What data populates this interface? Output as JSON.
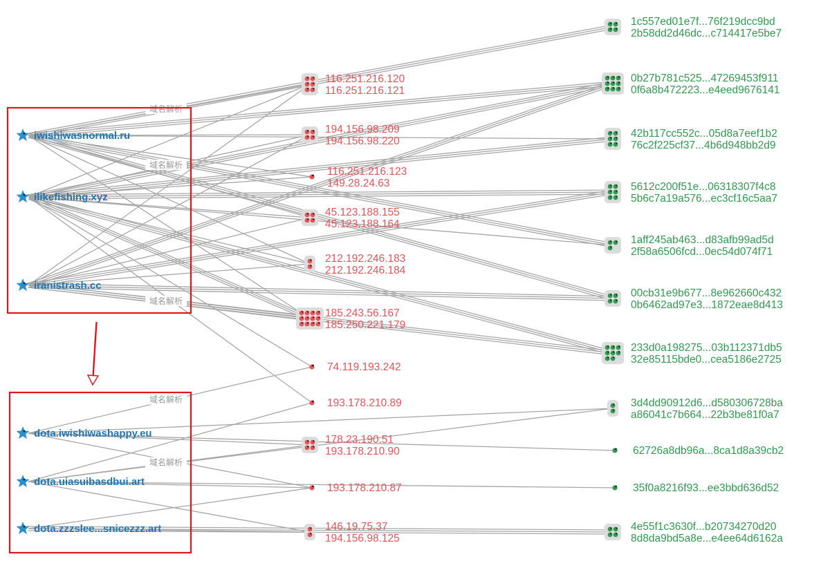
{
  "colors": {
    "domain": "#1f77b4",
    "ip": "#e8535a",
    "hash": "#2f9b4f",
    "edge": "#a6a6a6",
    "selection": "#e3141c"
  },
  "edge_label_text": "域名解析",
  "domains": [
    {
      "id": "d1",
      "label": "iwishiwasnormal.ru"
    },
    {
      "id": "d2",
      "label": "ilikefishing.xyz"
    },
    {
      "id": "d3",
      "label": "iranistrash.cc"
    },
    {
      "id": "d4",
      "label": "dota.iwishiwashappy.eu"
    },
    {
      "id": "d5",
      "label": "dota.uiasuibasdbui.art"
    },
    {
      "id": "d6",
      "label": "dota.zzzslee...snicezzz.art"
    }
  ],
  "ips": [
    {
      "id": "i1",
      "lines": [
        "116.251.216.120",
        "116.251.216.121"
      ],
      "dots": 6
    },
    {
      "id": "i2",
      "lines": [
        "194.156.98.209",
        "194.156.98.220"
      ],
      "dots": 4
    },
    {
      "id": "i3",
      "lines": [
        "116.251.216.123",
        "149.28.24.63"
      ],
      "dots": 1
    },
    {
      "id": "i4",
      "lines": [
        "45.123.188.155",
        "45.123.188.164"
      ],
      "dots": 4
    },
    {
      "id": "i5",
      "lines": [
        "212.192.246.183",
        "212.192.246.184"
      ],
      "dots": 2
    },
    {
      "id": "i6",
      "lines": [
        "185.243.56.167",
        "185.250.221.179"
      ],
      "dots": 12
    },
    {
      "id": "i7",
      "lines": [
        "74.119.193.242"
      ],
      "dots": 1
    },
    {
      "id": "i8",
      "lines": [
        "193.178.210.89"
      ],
      "dots": 1
    },
    {
      "id": "i9",
      "lines": [
        "178.23.190.51",
        "193.178.210.90"
      ],
      "dots": 4
    },
    {
      "id": "i10",
      "lines": [
        "193.178.210.87"
      ],
      "dots": 1
    },
    {
      "id": "i11",
      "lines": [
        "146.19.75.37",
        "194.156.98.125"
      ],
      "dots": 2
    }
  ],
  "hashes": [
    {
      "id": "h1",
      "lines": [
        "1c557ed01e7f...76f219dcc9bd",
        "2b58dd2d46dc...c714417e5be7"
      ],
      "dots": 4
    },
    {
      "id": "h2",
      "lines": [
        "0b27b781c525...47269453f911",
        "0f6a8b472223...e4eed9676141"
      ],
      "dots": 9
    },
    {
      "id": "h3",
      "lines": [
        "42b117cc552c...05d8a7eef1b2",
        "76c2f225cf37...4b6d948bb2d9"
      ],
      "dots": 6
    },
    {
      "id": "h4",
      "lines": [
        "5612c200f51e...06318307f4c8",
        "5b6c7a19a576...ec3cf16c5aa7"
      ],
      "dots": 6
    },
    {
      "id": "h5",
      "lines": [
        "1aff245ab463...d83afb99ad5d",
        "2f58a6506fcd...0ec54d074f71"
      ],
      "dots": 3
    },
    {
      "id": "h6",
      "lines": [
        "00cb31e9b677...8e962660c432",
        "0b6462ad97e3...1872eae8d413"
      ],
      "dots": 4
    },
    {
      "id": "h7",
      "lines": [
        "233d0a198275...03b112371db5",
        "32e85115bde0...cea5186e2725"
      ],
      "dots": 8
    },
    {
      "id": "h8",
      "lines": [
        "3d4dd90912d6...d580306728ba",
        "a86041c7b664...22b3be81f0a7"
      ],
      "dots": 2
    },
    {
      "id": "h9",
      "lines": [
        "62726a8db96a...8ca1d8a39cb2"
      ],
      "dots": 1
    },
    {
      "id": "h10",
      "lines": [
        "35f0a8216f93...ee3bbd636d52"
      ],
      "dots": 1
    },
    {
      "id": "h11",
      "lines": [
        "4e55f1c3630f...b20734270d20",
        "8d8da9bd5a8e...e4ee64d6162a"
      ],
      "dots": 4
    }
  ],
  "edges": [
    {
      "from": "d1",
      "to": "i1",
      "w": "thin",
      "label": true
    },
    {
      "from": "d1",
      "to": "i2",
      "w": "thin"
    },
    {
      "from": "d1",
      "to": "i3",
      "w": "thin"
    },
    {
      "from": "d1",
      "to": "i4",
      "w": "thin"
    },
    {
      "from": "d1",
      "to": "i5",
      "w": "thin"
    },
    {
      "from": "d1",
      "to": "i6",
      "w": "thin"
    },
    {
      "from": "d1",
      "to": "h1",
      "w": "thick"
    },
    {
      "from": "d1",
      "to": "h2",
      "w": "thick"
    },
    {
      "from": "d1",
      "to": "h3",
      "w": "thin"
    },
    {
      "from": "d1",
      "to": "h5",
      "w": "thick"
    },
    {
      "from": "d1",
      "to": "h6",
      "w": "thick"
    },
    {
      "from": "d2",
      "to": "i1",
      "w": "thin"
    },
    {
      "from": "d2",
      "to": "i2",
      "w": "thin",
      "label": true
    },
    {
      "from": "d2",
      "to": "i3",
      "w": "thin"
    },
    {
      "from": "d2",
      "to": "i4",
      "w": "thin"
    },
    {
      "from": "d2",
      "to": "i5",
      "w": "thin"
    },
    {
      "from": "d2",
      "to": "i6",
      "w": "thick"
    },
    {
      "from": "d2",
      "to": "i7",
      "w": "thin"
    },
    {
      "from": "d2",
      "to": "i8",
      "w": "thin"
    },
    {
      "from": "d2",
      "to": "h2",
      "w": "thick"
    },
    {
      "from": "d2",
      "to": "h3",
      "w": "thick"
    },
    {
      "from": "d2",
      "to": "h4",
      "w": "thick"
    },
    {
      "from": "d2",
      "to": "h5",
      "w": "thin"
    },
    {
      "from": "d2",
      "to": "h7",
      "w": "thick"
    },
    {
      "from": "d3",
      "to": "i1",
      "w": "thin"
    },
    {
      "from": "d3",
      "to": "i2",
      "w": "thin"
    },
    {
      "from": "d3",
      "to": "i4",
      "w": "thin"
    },
    {
      "from": "d3",
      "to": "i5",
      "w": "thin"
    },
    {
      "from": "d3",
      "to": "i6",
      "w": "thick",
      "label": true
    },
    {
      "from": "d3",
      "to": "h2",
      "w": "thick"
    },
    {
      "from": "d3",
      "to": "h4",
      "w": "thick"
    },
    {
      "from": "d3",
      "to": "h6",
      "w": "thick"
    },
    {
      "from": "d3",
      "to": "h7",
      "w": "thick"
    },
    {
      "from": "d4",
      "to": "i7",
      "w": "thin",
      "label": true
    },
    {
      "from": "d4",
      "to": "i9",
      "w": "thin"
    },
    {
      "from": "d4",
      "to": "i10",
      "w": "thin"
    },
    {
      "from": "d4",
      "to": "h8",
      "w": "thin"
    },
    {
      "from": "d4",
      "to": "h9",
      "w": "thin"
    },
    {
      "from": "d5",
      "to": "i9",
      "w": "thin",
      "label": true
    },
    {
      "from": "d5",
      "to": "i10",
      "w": "thin"
    },
    {
      "from": "d5",
      "to": "i11",
      "w": "thin"
    },
    {
      "from": "d5",
      "to": "i8",
      "w": "thin"
    },
    {
      "from": "d5",
      "to": "h8",
      "w": "thin"
    },
    {
      "from": "d5",
      "to": "h10",
      "w": "thin"
    },
    {
      "from": "d6",
      "to": "i10",
      "w": "thin"
    },
    {
      "from": "d6",
      "to": "i11",
      "w": "thin"
    },
    {
      "from": "d6",
      "to": "h11",
      "w": "thick"
    }
  ]
}
